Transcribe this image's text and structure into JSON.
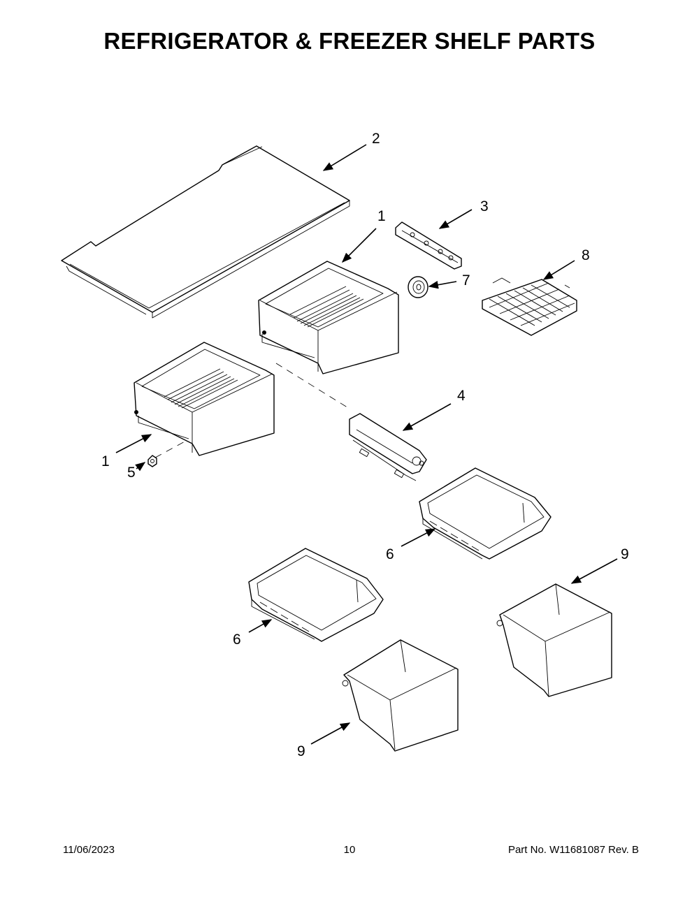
{
  "title": "REFRIGERATOR & FREEZER SHELF PARTS",
  "callouts": {
    "c1a": "1",
    "c1b": "1",
    "c2": "2",
    "c3": "3",
    "c4": "4",
    "c5": "5",
    "c6a": "6",
    "c6b": "6",
    "c7": "7",
    "c8": "8",
    "c9a": "9",
    "c9b": "9"
  },
  "footer": {
    "date": "11/06/2023",
    "page": "10",
    "part": "Part No.  W11681087  Rev.  B"
  }
}
